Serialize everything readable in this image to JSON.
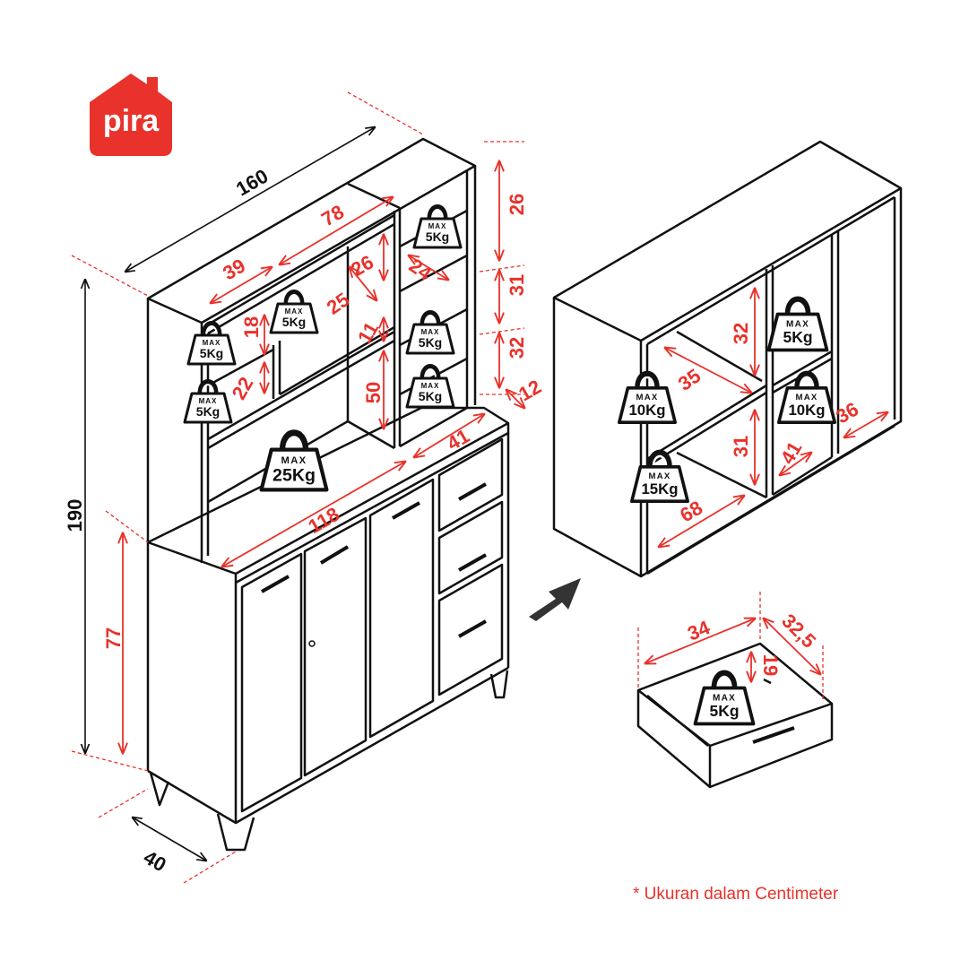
{
  "brand": {
    "name": "pira",
    "color": "#e8322b"
  },
  "note": "* Ukuran dalam Centimeter",
  "colors": {
    "dimension": "#e8322b",
    "line": "#111111"
  },
  "dimensions": {
    "width_total": "160",
    "height_total": "190",
    "depth_total": "40",
    "lower_height": "77",
    "hutch_inner_width": "78",
    "shelf_left_width": "39",
    "shelf_depth_a": "25",
    "shelf_height_a": "26",
    "shelf_height_b": "18",
    "shelf_height_c": "22",
    "shelf_height_d": "11",
    "opening_height": "50",
    "right_column_depth": "24",
    "right_h1": "26",
    "right_h2": "31",
    "right_h3": "32",
    "hutch_depth": "12",
    "counter_width": "118",
    "counter_depth": "41",
    "cab_top_h": "32",
    "cab_shelf_depth": "35",
    "cab_bottom_h": "31",
    "cab_width": "68",
    "cab_right_depth": "41",
    "cab_right_width": "36",
    "drawer_width": "34",
    "drawer_depth": "32,5",
    "drawer_height": "19"
  },
  "weights": [
    {
      "max": "MAX",
      "value": "5Kg"
    },
    {
      "max": "MAX",
      "value": "5Kg"
    },
    {
      "max": "MAX",
      "value": "5Kg"
    },
    {
      "max": "MAX",
      "value": "5Kg"
    },
    {
      "max": "MAX",
      "value": "5Kg"
    },
    {
      "max": "MAX",
      "value": "5Kg"
    },
    {
      "max": "MAX",
      "value": "25Kg"
    },
    {
      "max": "MAX",
      "value": "5Kg"
    },
    {
      "max": "MAX",
      "value": "10Kg"
    },
    {
      "max": "MAX",
      "value": "10Kg"
    },
    {
      "max": "MAX",
      "value": "15Kg"
    },
    {
      "max": "MAX",
      "value": "5Kg"
    }
  ]
}
